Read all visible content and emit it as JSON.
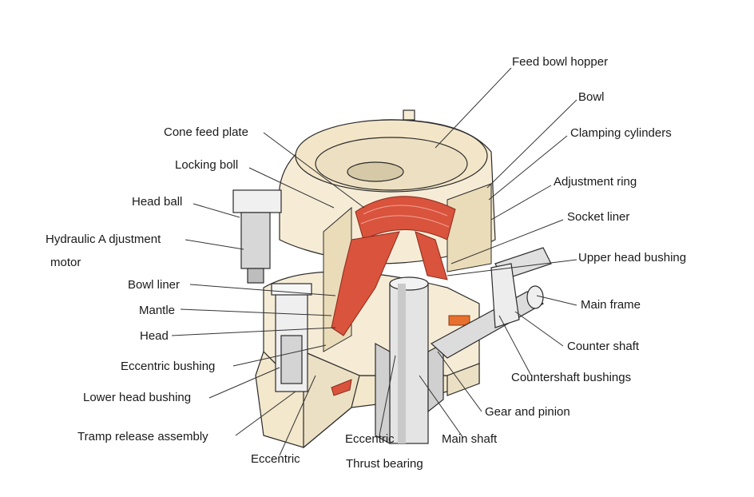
{
  "labels": {
    "feed_bowl_hopper": "Feed bowl hopper",
    "bowl": "Bowl",
    "clamping_cylinders": "Clamping cylinders",
    "adjustment_ring": "Adjustment ring",
    "socket_liner": "Socket liner",
    "upper_head_bushing": "Upper head bushing",
    "main_frame": "Main frame",
    "counter_shaft": "Counter shaft",
    "countershaft_bushings": "Countershaft bushings",
    "gear_and_pinion": "Gear and pinion",
    "main_shaft": "Main shaft",
    "thrust_bearing": "Thrust bearing",
    "eccentric_bottom": "Eccentric",
    "eccentric_center": "Eccentric",
    "tramp_release_assembly": "Tramp release assembly",
    "lower_head_bushing": "Lower head bushing",
    "eccentric_bushing": "Eccentric bushing",
    "head": "Head",
    "mantle": "Mantle",
    "bowl_liner": "Bowl liner",
    "hydraulic_adjustment_motor_line1": "Hydraulic A djustment",
    "hydraulic_adjustment_motor_line2": "motor",
    "head_ball": "Head ball",
    "locking_boll": "Locking boll",
    "cone_feed_plate": "Cone feed plate"
  },
  "colors": {
    "body_fill": "#f6ecd6",
    "body_shade": "#e8dcc0",
    "liner_red": "#d9533d",
    "liner_red_dark": "#b63a27",
    "shaft_grey": "#d8d8d8",
    "outline": "#2b2b2b",
    "leader": "#333333"
  }
}
